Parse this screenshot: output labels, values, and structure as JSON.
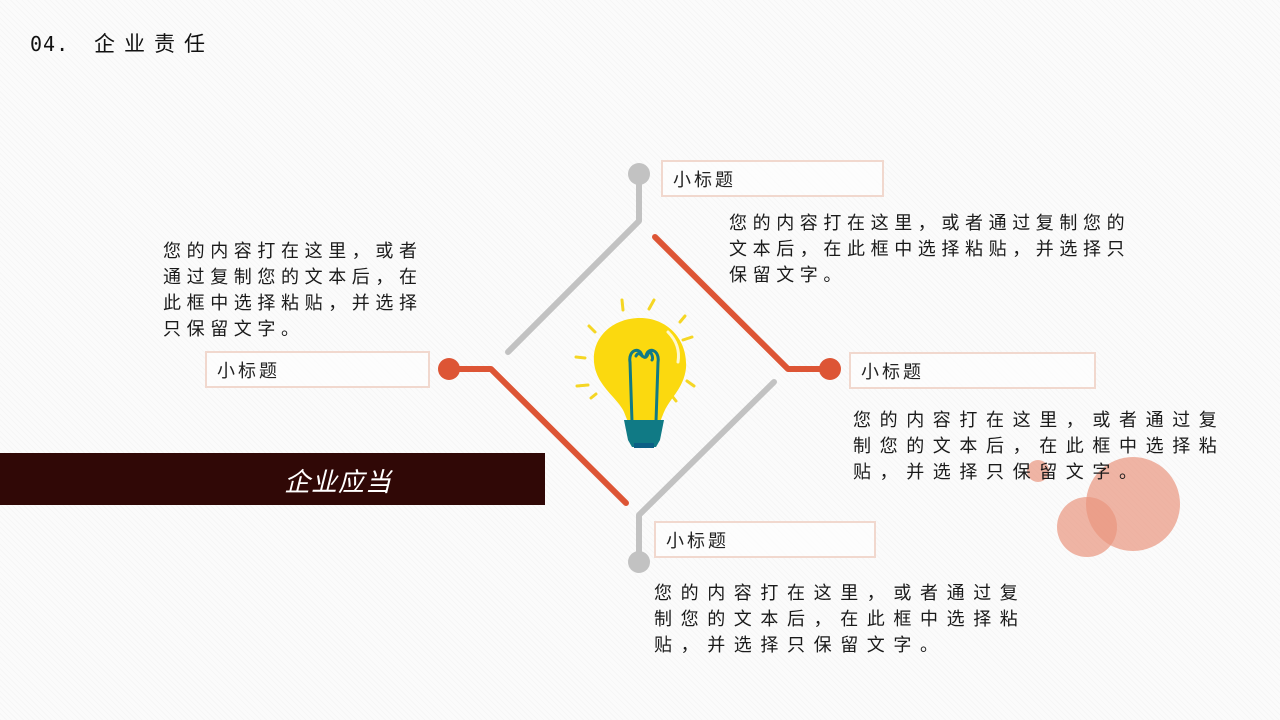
{
  "header": {
    "number": "04.",
    "title": "企业责任"
  },
  "banner": {
    "label": "企业应当",
    "color": "#300806"
  },
  "colors": {
    "accent_orange": "#dd5535",
    "line_gray": "#c2c2c2",
    "box_border": "#f1d8ce",
    "bulb_yellow": "#fbd90f",
    "bulb_base": "#107a85",
    "bubble_pink": "#e9957f"
  },
  "center_icon": "lightbulb-icon",
  "items": [
    {
      "position": "top",
      "subtitle": "小标题",
      "body": [
        "您的内容打在这里，或者通过复制您的",
        "文本后，在此框中选择粘贴，并选择只",
        "保留文字。"
      ]
    },
    {
      "position": "left",
      "subtitle": "小标题",
      "body": [
        "您的内容打在这里，或者",
        "通过复制您的文本后，在",
        "此框中选择粘贴，并选择",
        "只保留文字。"
      ]
    },
    {
      "position": "right",
      "subtitle": "小标题",
      "body": [
        "您的内容打在这里，或者通过复",
        "制您的文本后，在此框中选择粘",
        "贴，并选择只保留文字。"
      ]
    },
    {
      "position": "bottom",
      "subtitle": "小标题",
      "body": [
        "您的内容打在这里，或者通过复",
        "制您的文本后，在此框中选择粘",
        "贴，并选择只保留文字。"
      ]
    }
  ]
}
